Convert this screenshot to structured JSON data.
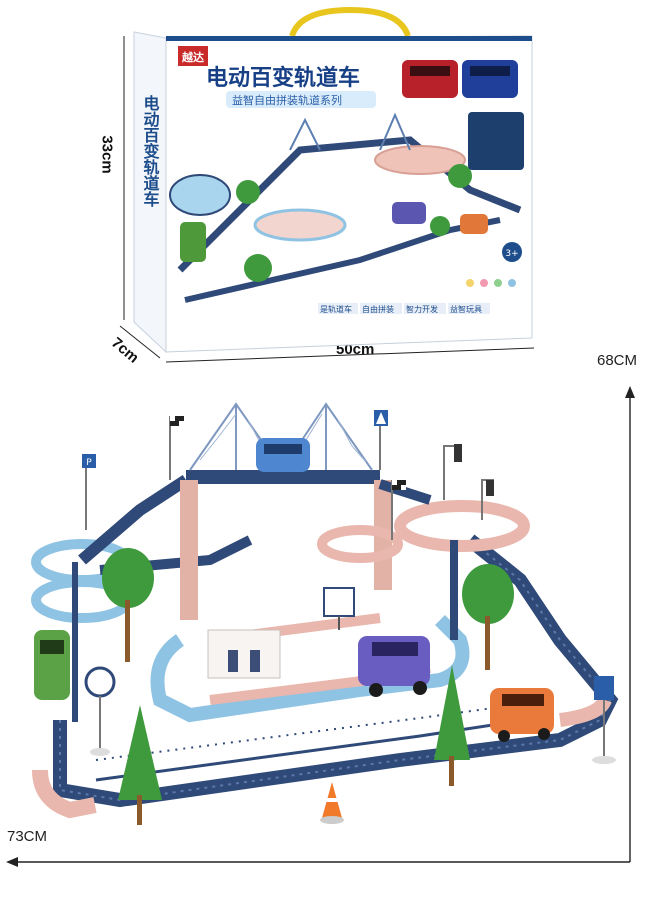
{
  "box": {
    "brand_logo": "越达",
    "title": "电动百变轨道车",
    "subtitle": "益智自由拼装轨道系列",
    "side_text": "电动百变轨道车",
    "features": [
      "是轨道车",
      "自由拼装",
      "智力开发",
      "益智玩具"
    ],
    "age_badge": "3+"
  },
  "dimensions": {
    "box_height": "33cm",
    "box_depth": "7cm",
    "box_width": "50cm",
    "track_depth": "68CM",
    "track_width": "73CM"
  },
  "colors": {
    "navy_track": "#2f4a78",
    "pink_track": "#e9b7ad",
    "light_blue_track": "#8fc3e4",
    "tree_green": "#3e9a3c",
    "box_blue": "#1e4d8c"
  },
  "icons": [
    "parking-sign-icon",
    "checkered-flag-icon",
    "crosswalk-sign-icon",
    "traffic-light-icon",
    "traffic-cone-icon"
  ]
}
